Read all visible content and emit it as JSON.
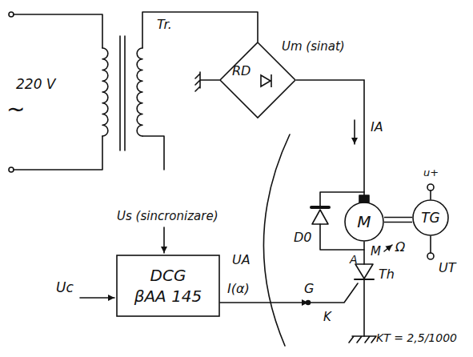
{
  "diagram": {
    "nodes": [
      {
        "text": [
          "RD"
        ]
      },
      {
        "text": [
          "M"
        ]
      },
      {
        "text": [
          "TG"
        ]
      },
      {
        "text": [
          "DCG",
          "βAA 145"
        ]
      }
    ],
    "edges": [
      {
        "from": 0,
        "to": 1,
        "arrow": "none"
      },
      {
        "from": 1,
        "to": 2,
        "arrow": "none"
      }
    ],
    "labels": [
      "~",
      "220 V",
      "Tr.",
      "Um (sinat)",
      "IA",
      "D0",
      "M",
      "Ω",
      "u+",
      "UT",
      "A",
      "Th",
      "K",
      "G",
      "UA",
      "Us (sincronizare)",
      "Uc",
      "I(α)",
      "KT = 2,5/1000"
    ]
  }
}
